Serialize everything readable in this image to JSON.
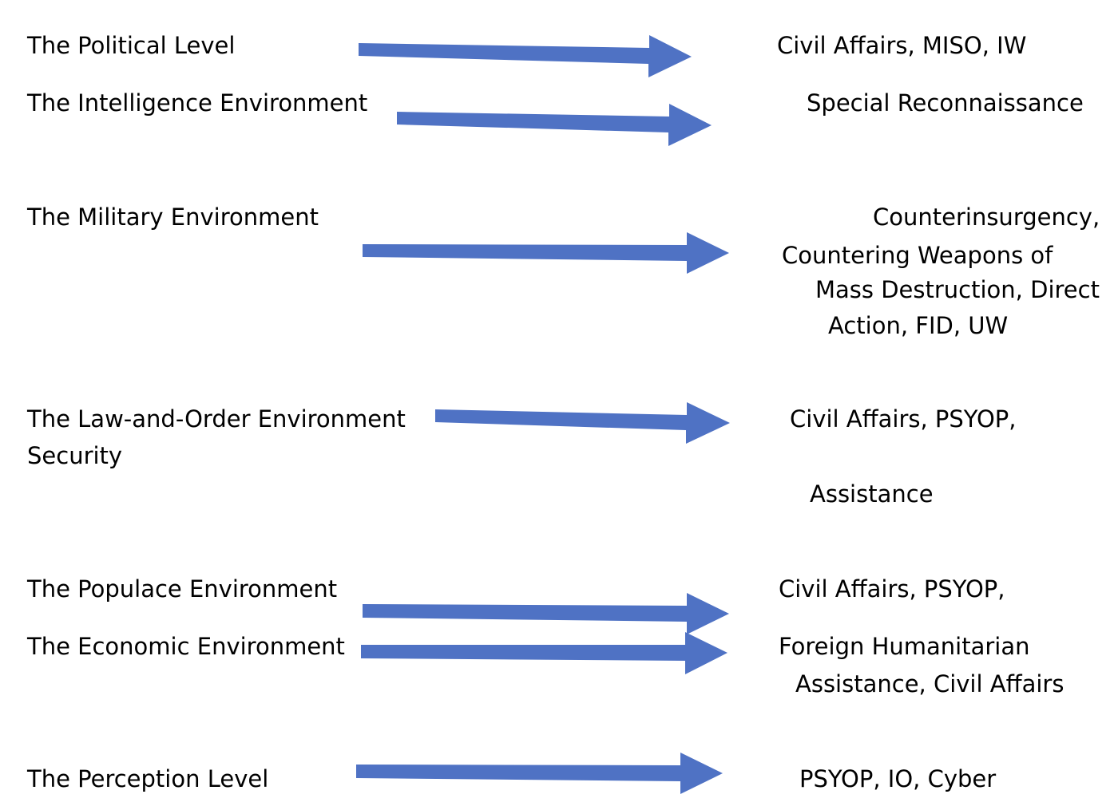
{
  "arrow_color": "#4f72c4",
  "environments": [
    {
      "label": "The Political Level"
    },
    {
      "label": "The Intelligence Environment"
    },
    {
      "label": "The Military Environment"
    },
    {
      "label": "The Law-and-Order Environment",
      "label_line2": "Security"
    },
    {
      "label": "The Populace Environment"
    },
    {
      "label": "The Economic Environment"
    },
    {
      "label": "The Perception Level"
    }
  ],
  "capabilities": {
    "political": "Civil Affairs, MISO, IW",
    "intelligence": "Special Reconnaissance",
    "military": [
      "Counterinsurgency,",
      "Countering Weapons of",
      "Mass Destruction, Direct",
      "Action, FID, UW"
    ],
    "law_order": [
      "Civil Affairs, PSYOP,",
      "Assistance"
    ],
    "populace": "Civil Affairs, PSYOP,",
    "economic": [
      "Foreign Humanitarian",
      "Assistance, Civil Affairs"
    ],
    "perception": "PSYOP, IO, Cyber"
  }
}
